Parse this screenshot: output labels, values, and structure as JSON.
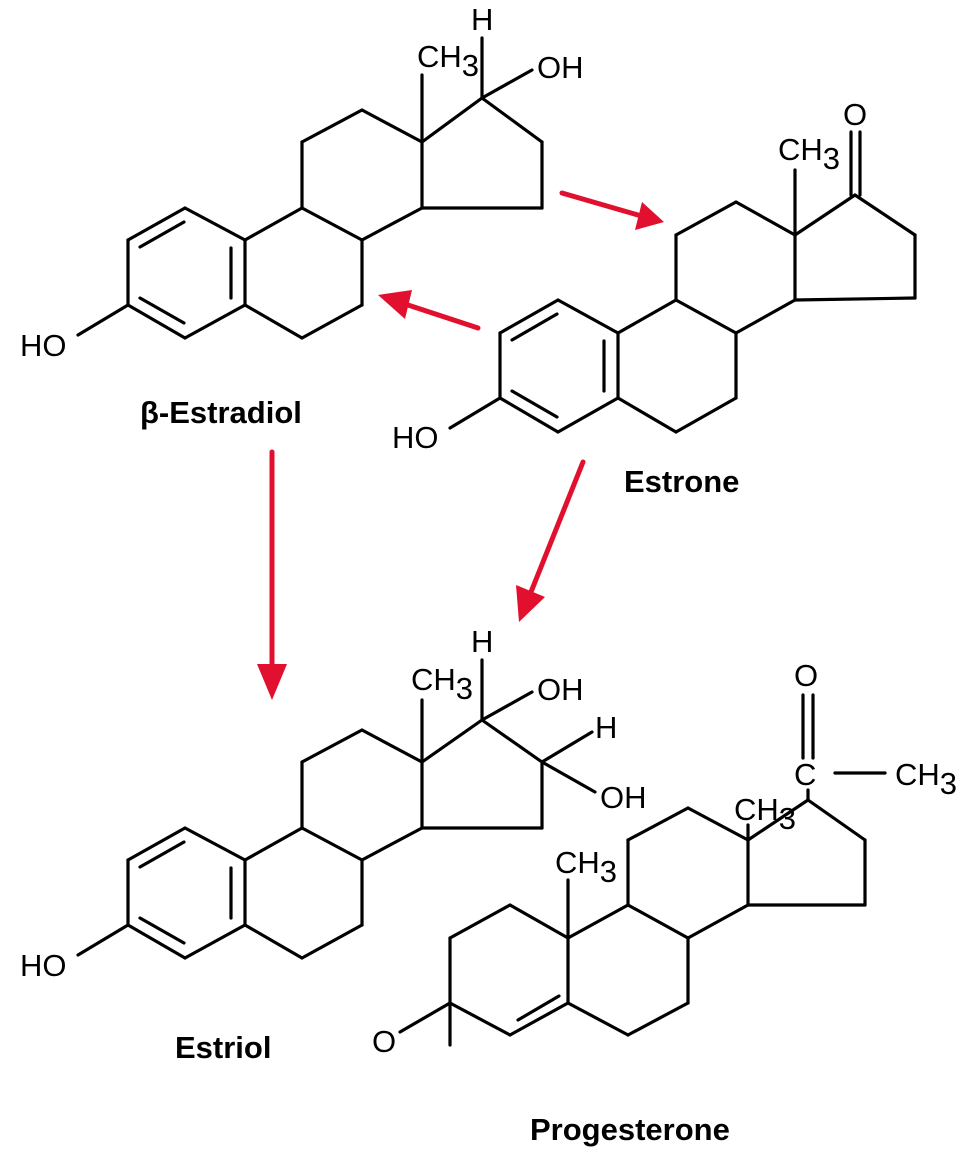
{
  "accent_color": "#e0102e",
  "compounds": {
    "estradiol": {
      "name": "β-Estradiol",
      "labels": {
        "h": "H",
        "ch": "CH",
        "sub3": "3",
        "oh": "OH",
        "ho": "HO"
      }
    },
    "estrone": {
      "name": "Estrone",
      "labels": {
        "o": "O",
        "ch": "CH",
        "sub3": "3",
        "ho": "HO"
      }
    },
    "estriol": {
      "name": "Estriol",
      "labels": {
        "h1": "H",
        "ch": "CH",
        "sub3": "3",
        "oh1": "OH",
        "h2": "H",
        "oh2": "OH",
        "ho": "HO"
      }
    },
    "progesterone": {
      "name": "Progesterone",
      "labels": {
        "o_top": "O",
        "c": "C",
        "ch_side": "CH",
        "sub3_side": "3",
        "ch_mid": "CH",
        "sub3_mid": "3",
        "ch_ring": "CH",
        "sub3_ring": "3",
        "o_left": "O"
      }
    }
  },
  "arrows": [
    {
      "from": "β-Estradiol",
      "to": "Estrone"
    },
    {
      "from": "Estrone",
      "to": "β-Estradiol"
    },
    {
      "from": "β-Estradiol",
      "to": "Estriol"
    },
    {
      "from": "Estrone",
      "to": "Estriol"
    }
  ]
}
